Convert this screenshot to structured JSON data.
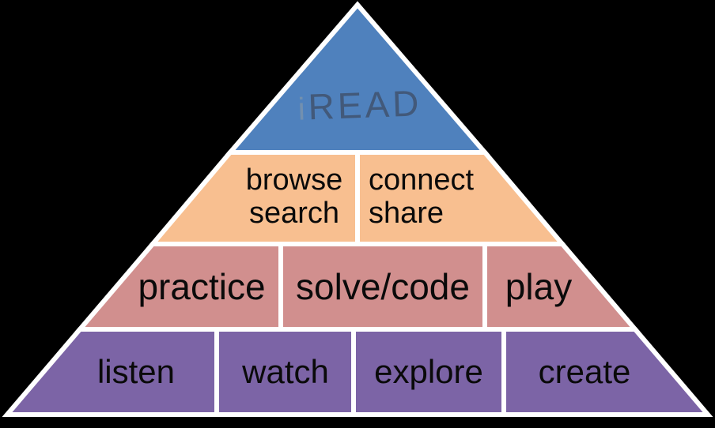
{
  "diagram": {
    "name": "iREAD pyramid",
    "background_color": "#000000",
    "outline_color": "#ffffff",
    "text_color": "#0a0a0a",
    "apex": {
      "label_prefix": "i",
      "label_rest": "READ",
      "full_label": "iREAD",
      "fill_color": "#4f81bd",
      "prefix_text_color": "#7290af",
      "rest_text_color": "#42597a"
    },
    "levels": [
      {
        "name": "read-level",
        "fill_color": "#4f81bd",
        "cells": []
      },
      {
        "name": "level-2",
        "fill_color": "#f8bf90",
        "cells": [
          {
            "lines": [
              "browse",
              "search"
            ]
          },
          {
            "lines": [
              "connect",
              "share"
            ]
          }
        ]
      },
      {
        "name": "level-3",
        "fill_color": "#d18f8e",
        "cells": [
          {
            "lines": [
              "practice"
            ]
          },
          {
            "lines": [
              "solve/code"
            ]
          },
          {
            "lines": [
              "play"
            ]
          }
        ]
      },
      {
        "name": "level-4",
        "fill_color": "#7c64a6",
        "cells": [
          {
            "lines": [
              "listen"
            ]
          },
          {
            "lines": [
              "watch"
            ]
          },
          {
            "lines": [
              "explore"
            ]
          },
          {
            "lines": [
              "create"
            ]
          }
        ]
      }
    ]
  }
}
